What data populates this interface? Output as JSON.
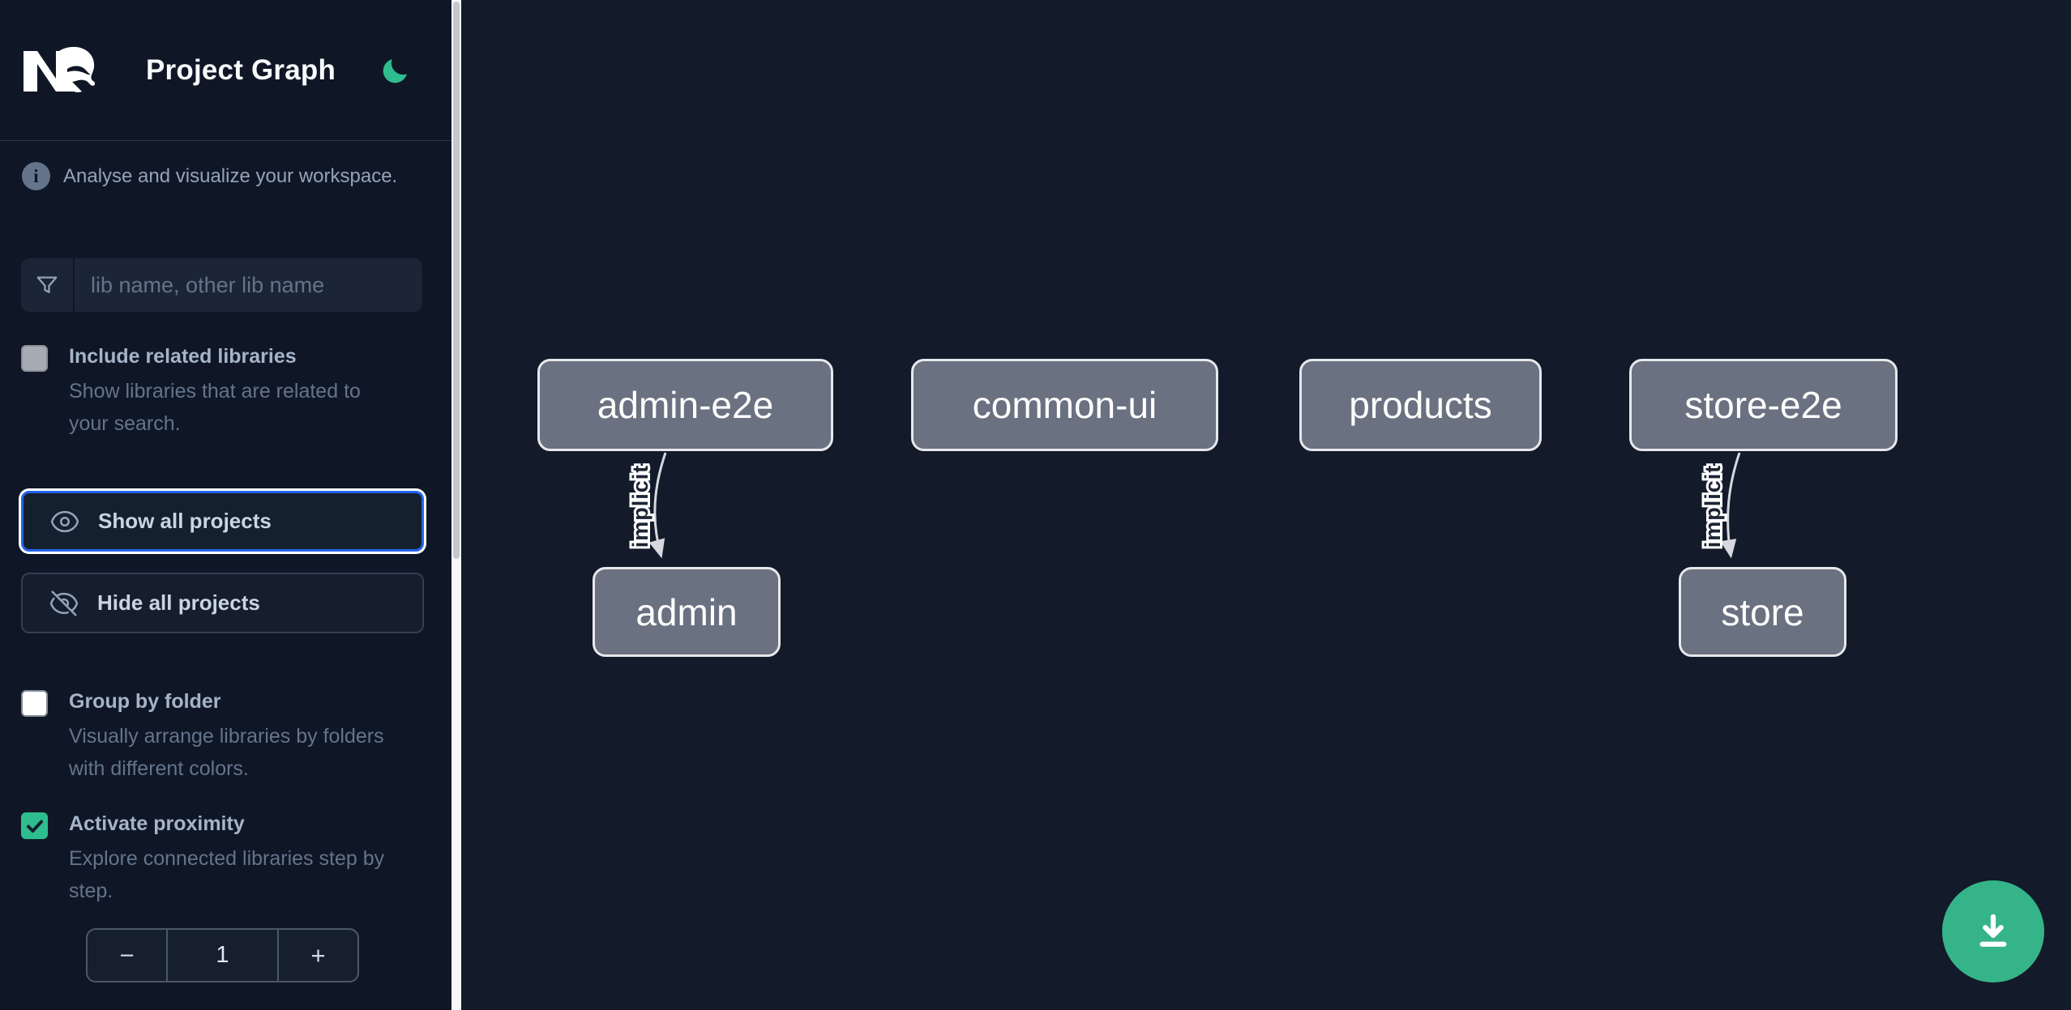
{
  "header": {
    "app_name": "Nx",
    "title": "Project Graph",
    "theme_icon": "moon-icon"
  },
  "sidebar": {
    "info": "Analyse and visualize your workspace.",
    "search": {
      "placeholder": "lib name, other lib name",
      "value": "",
      "icon": "filter-funnel-icon"
    },
    "options": [
      {
        "id": "include-related-libraries",
        "label": "Include related libraries",
        "description": "Show libraries that are related to your search.",
        "checked": false
      },
      {
        "id": "group-by-folder",
        "label": "Group by folder",
        "description": "Visually arrange libraries by folders with different colors.",
        "checked": false
      },
      {
        "id": "activate-proximity",
        "label": "Activate proximity",
        "description": "Explore connected libraries step by step.",
        "checked": true
      }
    ],
    "buttons": [
      {
        "id": "show-all-projects",
        "label": "Show all projects",
        "icon": "eye-icon",
        "focused": true
      },
      {
        "id": "hide-all-projects",
        "label": "Hide all projects",
        "icon": "eye-off-icon",
        "focused": false
      }
    ],
    "stepper": {
      "decrement": "−",
      "value": "1",
      "increment": "+"
    }
  },
  "graph": {
    "nodes": [
      {
        "id": "admin-e2e",
        "label": "admin-e2e"
      },
      {
        "id": "common-ui",
        "label": "common-ui"
      },
      {
        "id": "products",
        "label": "products"
      },
      {
        "id": "store-e2e",
        "label": "store-e2e"
      },
      {
        "id": "admin",
        "label": "admin"
      },
      {
        "id": "store",
        "label": "store"
      }
    ],
    "edges": [
      {
        "source": "admin-e2e",
        "target": "admin",
        "label": "implicit",
        "type": "implicit"
      },
      {
        "source": "store-e2e",
        "target": "store",
        "label": "implicit",
        "type": "implicit"
      }
    ]
  },
  "fab": {
    "icon": "download-icon"
  },
  "colors": {
    "accent_green": "#2ebd8e",
    "fab_green": "#35b489",
    "focus_blue": "#2563eb",
    "sidebar_bg": "#0f1726",
    "canvas_bg": "#131a29",
    "node_fill": "#6a7180"
  }
}
